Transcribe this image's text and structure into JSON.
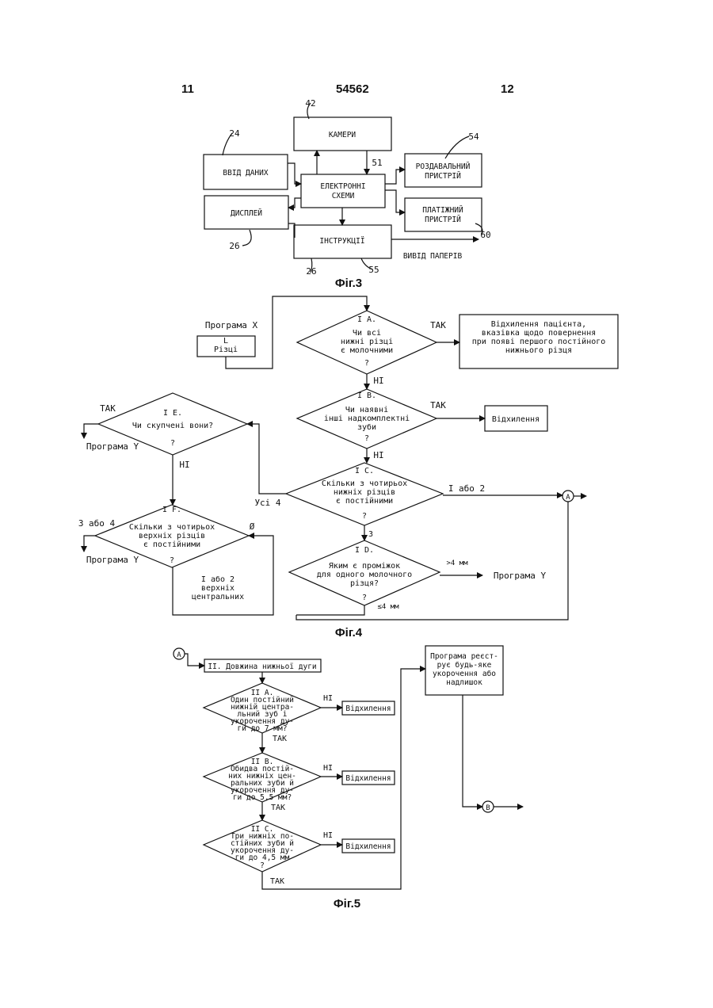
{
  "header": {
    "left_page": "11",
    "center_number": "54562",
    "right_page": "12"
  },
  "fig3": {
    "caption": "Фіг.3",
    "cameras": "КАМЕРИ",
    "data_input": "ВВІД ДАНИХ",
    "electronics": [
      "ЕЛЕКТРОННІ",
      "СХЕМИ"
    ],
    "dispenser": [
      "РОЗДАВАЛЬНИЙ",
      "ПРИСТРІЙ"
    ],
    "display": "ДИСПЛЕЙ",
    "payment": [
      "ПЛАТІЖНИЙ",
      "ПРИСТРІЙ"
    ],
    "instructions": "ІНСТРУКЦІЇ",
    "paper_output": "ВИВІД ПАПЕРІВ",
    "refs": {
      "r42": "42",
      "r24": "24",
      "r54": "54",
      "r51": "51",
      "r26a": "26",
      "r26b": "26",
      "r55": "55",
      "r60": "60"
    }
  },
  "fig4": {
    "caption": "Фіг.4",
    "program_x": "Програма  X",
    "incisors_box": [
      "L",
      "Різці"
    ],
    "IA": {
      "id": "I A.",
      "lines": [
        "Чи всі",
        "нижні різці",
        "є молочними"
      ],
      "q": "?"
    },
    "IA_yes": "ТАК",
    "IA_result": [
      "Відхилення пацієнта,",
      "вказівка щодо повернення",
      "при появі першого постійного",
      "нижнього різця"
    ],
    "IA_no": "НІ",
    "IB": {
      "id": "I B.",
      "lines": [
        "Чи наявні",
        "інші надкомплектні",
        "зуби"
      ],
      "q": "?"
    },
    "IB_yes": "ТАК",
    "IB_result": "Відхилення",
    "IB_no": "НІ",
    "IC": {
      "id": "I C.",
      "lines": [
        "Скільки з чотирьох",
        "нижніх різців",
        "є постійними"
      ],
      "q": "?"
    },
    "IC_all4": "Усі 4",
    "IC_1or2": "І або 2",
    "IC_3": "3",
    "IE": {
      "id": "I E.",
      "lines": [
        "Чи скупчені вони?"
      ],
      "q": "?"
    },
    "IE_yes": "ТАК",
    "IE_prog": "Програма  Y",
    "IE_no": "НІ",
    "IF": {
      "id": "I F.",
      "lines": [
        "Скільки з чотирьох",
        "верхніх різців",
        "є постійними"
      ],
      "q": "?"
    },
    "IF_3or4": "3 або 4",
    "IF_prog": "Програма  Y",
    "IF_zero": "Ø",
    "IF_12": [
      "І або 2",
      "верхніх",
      "центральних"
    ],
    "ID": {
      "id": "I D.",
      "lines": [
        "Яким є проміжок",
        "для одного молочного",
        "різця?"
      ],
      "q": "?"
    },
    "ID_gt": ">4 мм",
    "ID_prog": "Програма  Y",
    "ID_le": "≤4 мм",
    "connector": "A"
  },
  "fig5": {
    "caption": "Фіг.5",
    "connector_a": "A",
    "connector_b": "B",
    "arch_box": "II. Довжина нижньої дуги",
    "IIA": {
      "id": "II A.",
      "lines": [
        "Один постійний",
        "нижній центра-",
        "льний зуб і",
        "укорочення ду-",
        "ги до 7 мм?"
      ]
    },
    "IIA_no": "НІ",
    "IIA_yes": "ТАК",
    "IIA_result": "Відхилення",
    "IIB": {
      "id": "II B.",
      "lines": [
        "Обидва постій-",
        "них нижніх цен-",
        "ральних зуби й",
        "укорочення ду-",
        "ги до 5,5 мм?"
      ]
    },
    "IIB_no": "НІ",
    "IIB_yes": "ТАК",
    "IIB_result": "Відхилення",
    "IIC": {
      "id": "II C.",
      "lines": [
        "Три нижніх по-",
        "стійних зуби й",
        "укорочення ду-",
        "ги до 4,5 мм"
      ],
      "q": "?"
    },
    "IIC_no": "НІ",
    "IIC_yes": "ТАК",
    "IIC_result": "Відхилення",
    "program_box": [
      "Програма реєст-",
      "рує будь-яке",
      "укорочення або",
      "надлишок"
    ]
  }
}
